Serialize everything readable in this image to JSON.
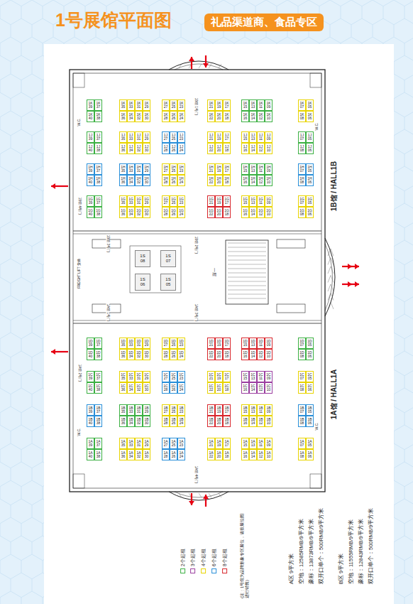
{
  "diagram": {
    "title": "1号展馆平面图",
    "nodes": [
      {
        "text": [
          "礼品渠道商、食品专区"
        ]
      },
      {
        "text": [
          "1K 39"
        ]
      },
      {
        "text": [
          "1K 37"
        ]
      },
      {
        "text": [
          "1K 35"
        ]
      },
      {
        "text": [
          "1K 33"
        ]
      },
      {
        "text": [
          "1K 31"
        ]
      },
      {
        "text": [
          "1K 29"
        ]
      },
      {
        "text": [
          "1K 27"
        ]
      },
      {
        "text": [
          "1K 25"
        ]
      },
      {
        "text": [
          "1K 23"
        ]
      },
      {
        "text": [
          "1K 21"
        ]
      },
      {
        "text": [
          "1K 19"
        ]
      },
      {
        "text": [
          "1K 17"
        ]
      },
      {
        "text": [
          "1K 15"
        ]
      },
      {
        "text": [
          "1K 13"
        ]
      },
      {
        "text": [
          "1K 11"
        ]
      },
      {
        "text": [
          "1K 09"
        ]
      },
      {
        "text": [
          "1K 07"
        ]
      },
      {
        "text": [
          "1K 05"
        ]
      },
      {
        "text": [
          "1K 40"
        ]
      },
      {
        "text": [
          "1K 38"
        ]
      },
      {
        "text": [
          "1K 36"
        ]
      },
      {
        "text": [
          "1K 34"
        ]
      },
      {
        "text": [
          "1K 32"
        ]
      },
      {
        "text": [
          "1K 30"
        ]
      },
      {
        "text": [
          "1K 28"
        ]
      },
      {
        "text": [
          "1K 26"
        ]
      },
      {
        "text": [
          "1K 24"
        ]
      },
      {
        "text": [
          "1K 22"
        ]
      },
      {
        "text": [
          "1K 20"
        ]
      },
      {
        "text": [
          "1K 18"
        ]
      },
      {
        "text": [
          "1K 16"
        ]
      },
      {
        "text": [
          "1K 14"
        ]
      },
      {
        "text": [
          "1K 12"
        ]
      },
      {
        "text": [
          "1K 10"
        ]
      },
      {
        "text": [
          "1K 08"
        ]
      },
      {
        "text": [
          "1K 06"
        ]
      },
      {
        "text": [
          "1J 39"
        ]
      },
      {
        "text": [
          "1J 37"
        ]
      },
      {
        "text": [
          "1J 35"
        ]
      },
      {
        "text": [
          "1J 33"
        ]
      },
      {
        "text": [
          "1J 31"
        ]
      },
      {
        "text": [
          "1J 29"
        ]
      },
      {
        "text": [
          "1J 27"
        ]
      },
      {
        "text": [
          "1J 25"
        ]
      },
      {
        "text": [
          "1J 23"
        ]
      },
      {
        "text": [
          "1J 21"
        ]
      },
      {
        "text": [
          "1J 19"
        ]
      },
      {
        "text": [
          "1J 17"
        ]
      },
      {
        "text": [
          "1J 15"
        ]
      },
      {
        "text": [
          "1J 13"
        ]
      },
      {
        "text": [
          "1J 11"
        ]
      },
      {
        "text": [
          "1J 09"
        ]
      },
      {
        "text": [
          "1J 07"
        ]
      },
      {
        "text": [
          "1J 05"
        ]
      },
      {
        "text": [
          "1J 40"
        ]
      },
      {
        "text": [
          "1J 38"
        ]
      },
      {
        "text": [
          "1J 36"
        ]
      },
      {
        "text": [
          "1J 34"
        ]
      },
      {
        "text": [
          "1J 32"
        ]
      },
      {
        "text": [
          "1J 30"
        ]
      },
      {
        "text": [
          "1J 28"
        ]
      },
      {
        "text": [
          "1J 26"
        ]
      },
      {
        "text": [
          "1J 24"
        ]
      },
      {
        "text": [
          "1J 22"
        ]
      },
      {
        "text": [
          "1J 20"
        ]
      },
      {
        "text": [
          "1J 18"
        ]
      },
      {
        "text": [
          "1J 16"
        ]
      },
      {
        "text": [
          "1J 14"
        ]
      },
      {
        "text": [
          "1J 12"
        ]
      },
      {
        "text": [
          "1J 10"
        ]
      },
      {
        "text": [
          "1J 08"
        ]
      },
      {
        "text": [
          "1J 06"
        ]
      },
      {
        "text": [
          "1H 39"
        ]
      },
      {
        "text": [
          "1H 37"
        ]
      },
      {
        "text": [
          "1H 35"
        ]
      },
      {
        "text": [
          "1H 33"
        ]
      },
      {
        "text": [
          "1H 31"
        ]
      },
      {
        "text": [
          "1H 29"
        ]
      },
      {
        "text": [
          "1H 27"
        ]
      },
      {
        "text": [
          "1H 25"
        ]
      },
      {
        "text": [
          "1H 23"
        ]
      },
      {
        "text": [
          "1H 21"
        ]
      },
      {
        "text": [
          "1H 19"
        ]
      },
      {
        "text": [
          "1H 17"
        ]
      },
      {
        "text": [
          "1H 15"
        ]
      },
      {
        "text": [
          "1H 13"
        ]
      },
      {
        "text": [
          "1H 11"
        ]
      },
      {
        "text": [
          "1H 09"
        ]
      },
      {
        "text": [
          "1H 07"
        ]
      },
      {
        "text": [
          "1H 05"
        ]
      },
      {
        "text": [
          "1H 40"
        ]
      },
      {
        "text": [
          "1H 38"
        ]
      },
      {
        "text": [
          "1H 36"
        ]
      },
      {
        "text": [
          "1H 34"
        ]
      },
      {
        "text": [
          "1H 32"
        ]
      },
      {
        "text": [
          "1H 30"
        ]
      },
      {
        "text": [
          "1H 28"
        ]
      },
      {
        "text": [
          "1H 26"
        ]
      },
      {
        "text": [
          "1H 24"
        ]
      },
      {
        "text": [
          "1H 22"
        ]
      },
      {
        "text": [
          "1H 20"
        ]
      },
      {
        "text": [
          "1H 18"
        ]
      },
      {
        "text": [
          "1H 16"
        ]
      },
      {
        "text": [
          "1H 14"
        ]
      },
      {
        "text": [
          "1H 12"
        ]
      },
      {
        "text": [
          "1H 10"
        ]
      },
      {
        "text": [
          "1H 08"
        ]
      },
      {
        "text": [
          "1H 06"
        ]
      },
      {
        "text": [
          "1G 39"
        ]
      },
      {
        "text": [
          "1G 37"
        ]
      },
      {
        "text": [
          "1G 35"
        ]
      },
      {
        "text": [
          "1G 33"
        ]
      },
      {
        "text": [
          "1G 31"
        ]
      },
      {
        "text": [
          "1G 29"
        ]
      },
      {
        "text": [
          "1G 27"
        ]
      },
      {
        "text": [
          "1G 25"
        ]
      },
      {
        "text": [
          "1G 23"
        ]
      },
      {
        "text": [
          "1G 21"
        ]
      },
      {
        "text": [
          "1G 19"
        ]
      },
      {
        "text": [
          "1G 17"
        ]
      },
      {
        "text": [
          "1G 15"
        ]
      },
      {
        "text": [
          "1G 13"
        ]
      },
      {
        "text": [
          "1G 11"
        ]
      },
      {
        "text": [
          "1G 09"
        ]
      },
      {
        "text": [
          "1G 07"
        ]
      },
      {
        "text": [
          "1G 05"
        ]
      },
      {
        "text": [
          "1G 40"
        ]
      },
      {
        "text": [
          "1G 38"
        ]
      },
      {
        "text": [
          "1G 36"
        ]
      },
      {
        "text": [
          "1G 34"
        ]
      },
      {
        "text": [
          "1G 32"
        ]
      },
      {
        "text": [
          "1G 30"
        ]
      },
      {
        "text": [
          "1G 28"
        ]
      },
      {
        "text": [
          "1G 26"
        ]
      },
      {
        "text": [
          "1G 24"
        ]
      },
      {
        "text": [
          "1G 22"
        ]
      },
      {
        "text": [
          "1G 20"
        ]
      },
      {
        "text": [
          "1G 18"
        ]
      },
      {
        "text": [
          "1G 16"
        ]
      },
      {
        "text": [
          "1G 14"
        ]
      },
      {
        "text": [
          "1G 12"
        ]
      },
      {
        "text": [
          "1G 10"
        ]
      },
      {
        "text": [
          "1G 08"
        ]
      },
      {
        "text": [
          "1G 06"
        ]
      },
      {
        "text": [
          "1D 39"
        ]
      },
      {
        "text": [
          "1D 37"
        ]
      },
      {
        "text": [
          "1D 35"
        ]
      },
      {
        "text": [
          "1D 33"
        ]
      },
      {
        "text": [
          "1D 31"
        ]
      },
      {
        "text": [
          "1D 29"
        ]
      },
      {
        "text": [
          "1D 27"
        ]
      },
      {
        "text": [
          "1D 25"
        ]
      },
      {
        "text": [
          "1D 23"
        ]
      },
      {
        "text": [
          "1D 21"
        ]
      },
      {
        "text": [
          "1D 19"
        ]
      },
      {
        "text": [
          "1D 17"
        ]
      },
      {
        "text": [
          "1D 15"
        ]
      },
      {
        "text": [
          "1D 13"
        ]
      },
      {
        "text": [
          "1D 11"
        ]
      },
      {
        "text": [
          "1D 09"
        ]
      },
      {
        "text": [
          "1D 07"
        ]
      },
      {
        "text": [
          "1D 05"
        ]
      },
      {
        "text": [
          "1D 40"
        ]
      },
      {
        "text": [
          "1D 38"
        ]
      },
      {
        "text": [
          "1D 36"
        ]
      },
      {
        "text": [
          "1D 34"
        ]
      },
      {
        "text": [
          "1D 32"
        ]
      },
      {
        "text": [
          "1D 30"
        ]
      },
      {
        "text": [
          "1D 28"
        ]
      },
      {
        "text": [
          "1D 26"
        ]
      },
      {
        "text": [
          "1D 24"
        ]
      },
      {
        "text": [
          "1D 22"
        ]
      },
      {
        "text": [
          "1D 20"
        ]
      },
      {
        "text": [
          "1D 18"
        ]
      },
      {
        "text": [
          "1D 16"
        ]
      },
      {
        "text": [
          "1D 14"
        ]
      },
      {
        "text": [
          "1D 12"
        ]
      },
      {
        "text": [
          "1D 10"
        ]
      },
      {
        "text": [
          "1D 08"
        ]
      },
      {
        "text": [
          "1D 06"
        ]
      },
      {
        "text": [
          "1C 39"
        ]
      },
      {
        "text": [
          "1C 37"
        ]
      },
      {
        "text": [
          "1C 35"
        ]
      },
      {
        "text": [
          "1C 33"
        ]
      },
      {
        "text": [
          "1C 31"
        ]
      },
      {
        "text": [
          "1C 29"
        ]
      },
      {
        "text": [
          "1C 27"
        ]
      },
      {
        "text": [
          "1C 25"
        ]
      },
      {
        "text": [
          "1C 23"
        ]
      },
      {
        "text": [
          "1C 21"
        ]
      },
      {
        "text": [
          "1C 19"
        ]
      },
      {
        "text": [
          "1C 17"
        ]
      },
      {
        "text": [
          "1C 15"
        ]
      },
      {
        "text": [
          "1C 13"
        ]
      },
      {
        "text": [
          "1C 11"
        ]
      },
      {
        "text": [
          "1C 09"
        ]
      },
      {
        "text": [
          "1C 07"
        ]
      },
      {
        "text": [
          "1C 05"
        ]
      },
      {
        "text": [
          "1C 40"
        ]
      },
      {
        "text": [
          "1C 38"
        ]
      },
      {
        "text": [
          "1C 36"
        ]
      },
      {
        "text": [
          "1C 34"
        ]
      },
      {
        "text": [
          "1C 32"
        ]
      },
      {
        "text": [
          "1C 30"
        ]
      },
      {
        "text": [
          "1C 28"
        ]
      },
      {
        "text": [
          "1C 26"
        ]
      },
      {
        "text": [
          "1C 24"
        ]
      },
      {
        "text": [
          "1C 22"
        ]
      },
      {
        "text": [
          "1C 20"
        ]
      },
      {
        "text": [
          "1C 18"
        ]
      },
      {
        "text": [
          "1C 16"
        ]
      },
      {
        "text": [
          "1C 14"
        ]
      },
      {
        "text": [
          "1C 12"
        ]
      },
      {
        "text": [
          "1C 10"
        ]
      },
      {
        "text": [
          "1C 08"
        ]
      },
      {
        "text": [
          "1C 06"
        ]
      },
      {
        "text": [
          "1B 39"
        ]
      },
      {
        "text": [
          "1B 37"
        ]
      },
      {
        "text": [
          "1B 35"
        ]
      },
      {
        "text": [
          "1B 33"
        ]
      },
      {
        "text": [
          "1B 31"
        ]
      },
      {
        "text": [
          "1B 29"
        ]
      },
      {
        "text": [
          "1B 27"
        ]
      },
      {
        "text": [
          "1B 25"
        ]
      },
      {
        "text": [
          "1B 23"
        ]
      },
      {
        "text": [
          "1B 21"
        ]
      },
      {
        "text": [
          "1B 19"
        ]
      },
      {
        "text": [
          "1B 17"
        ]
      },
      {
        "text": [
          "1B 15"
        ]
      },
      {
        "text": [
          "1B 13"
        ]
      },
      {
        "text": [
          "1B 11"
        ]
      },
      {
        "text": [
          "1B 09"
        ]
      },
      {
        "text": [
          "1B 07"
        ]
      },
      {
        "text": [
          "1B 05"
        ]
      },
      {
        "text": [
          "1B 40"
        ]
      },
      {
        "text": [
          "1B 38"
        ]
      },
      {
        "text": [
          "1B 36"
        ]
      },
      {
        "text": [
          "1B 34"
        ]
      },
      {
        "text": [
          "1B 32"
        ]
      },
      {
        "text": [
          "1B 30"
        ]
      },
      {
        "text": [
          "1B 28"
        ]
      },
      {
        "text": [
          "1B 26"
        ]
      },
      {
        "text": [
          "1B 24"
        ]
      },
      {
        "text": [
          "1B 22"
        ]
      },
      {
        "text": [
          "1B 20"
        ]
      },
      {
        "text": [
          "1B 18"
        ]
      },
      {
        "text": [
          "1B 16"
        ]
      },
      {
        "text": [
          "1B 14"
        ]
      },
      {
        "text": [
          "1B 12"
        ]
      },
      {
        "text": [
          "1B 10"
        ]
      },
      {
        "text": [
          "1B 08"
        ]
      },
      {
        "text": [
          "1B 06"
        ]
      },
      {
        "text": [
          "1A 39"
        ]
      },
      {
        "text": [
          "1A 37"
        ]
      },
      {
        "text": [
          "1A 35"
        ]
      },
      {
        "text": [
          "1A 33"
        ]
      },
      {
        "text": [
          "1A 31"
        ]
      },
      {
        "text": [
          "1A 29"
        ]
      },
      {
        "text": [
          "1A 27"
        ]
      },
      {
        "text": [
          "1A 25"
        ]
      },
      {
        "text": [
          "1A 23"
        ]
      },
      {
        "text": [
          "1A 21"
        ]
      },
      {
        "text": [
          "1A 19"
        ]
      },
      {
        "text": [
          "1A 17"
        ]
      },
      {
        "text": [
          "1A 15"
        ]
      },
      {
        "text": [
          "1A 13"
        ]
      },
      {
        "text": [
          "1A 11"
        ]
      },
      {
        "text": [
          "1A 09"
        ]
      },
      {
        "text": [
          "1A 07"
        ]
      },
      {
        "text": [
          "1A 05"
        ]
      },
      {
        "text": [
          "1A 40"
        ]
      },
      {
        "text": [
          "1A 38"
        ]
      },
      {
        "text": [
          "1A 36"
        ]
      },
      {
        "text": [
          "1A 34"
        ]
      },
      {
        "text": [
          "1A 32"
        ]
      },
      {
        "text": [
          "1A 30"
        ]
      },
      {
        "text": [
          "1A 28"
        ]
      },
      {
        "text": [
          "1A 26"
        ]
      },
      {
        "text": [
          "1A 24"
        ]
      },
      {
        "text": [
          "1A 22"
        ]
      },
      {
        "text": [
          "1A 20"
        ]
      },
      {
        "text": [
          "1A 18"
        ]
      },
      {
        "text": [
          "1A 16"
        ]
      },
      {
        "text": [
          "1A 14"
        ]
      },
      {
        "text": [
          "1A 12"
        ]
      },
      {
        "text": [
          "1A 10"
        ]
      },
      {
        "text": [
          "1A 08"
        ]
      },
      {
        "text": [
          "1A 06"
        ]
      },
      {
        "text": [
          "1S 08"
        ]
      },
      {
        "text": [
          "1S 07"
        ]
      },
      {
        "text": [
          "1S 06"
        ]
      },
      {
        "text": [
          "1S 05"
        ]
      }
    ],
    "labels": [
      "1B馆 / HALL1B",
      "1A馆 / HALL1A",
      "W.C.",
      "W.C.",
      "W.C.",
      "W.C.",
      "FREIGHT LIFT 货梯",
      "1B馆 1号门",
      "1B馆 2号门",
      "1B馆 3号门",
      "1B馆 4号门",
      "1A馆 1号门",
      "1A馆 2号门",
      "1A馆 3号门",
      "1A馆 4号门",
      "一层",
      "(注：1号馆为品牌形象专区展位，请按展位图进行销售)",
      "A区 9平方米",
      "空地：12585RMB/9平方米",
      "豪标：13873RMB/9平方米",
      "双开口单个：500RMB/9平方米",
      "B区 9平方米",
      "空地：11555RMB/9平方米",
      "豪标：12843RMB/9平方米",
      "双开口单个：500RMB/9平方米"
    ],
    "legend": [
      {
        "text": "2个起租",
        "color": "#3cb043"
      },
      {
        "text": "3个起租",
        "color": "#9b3fa0"
      },
      {
        "text": "4个起租",
        "color": "#e8d400"
      },
      {
        "text": "6个起租",
        "color": "#2a8fd8"
      },
      {
        "text": "8个起租",
        "color": "#d8262c"
      }
    ]
  }
}
